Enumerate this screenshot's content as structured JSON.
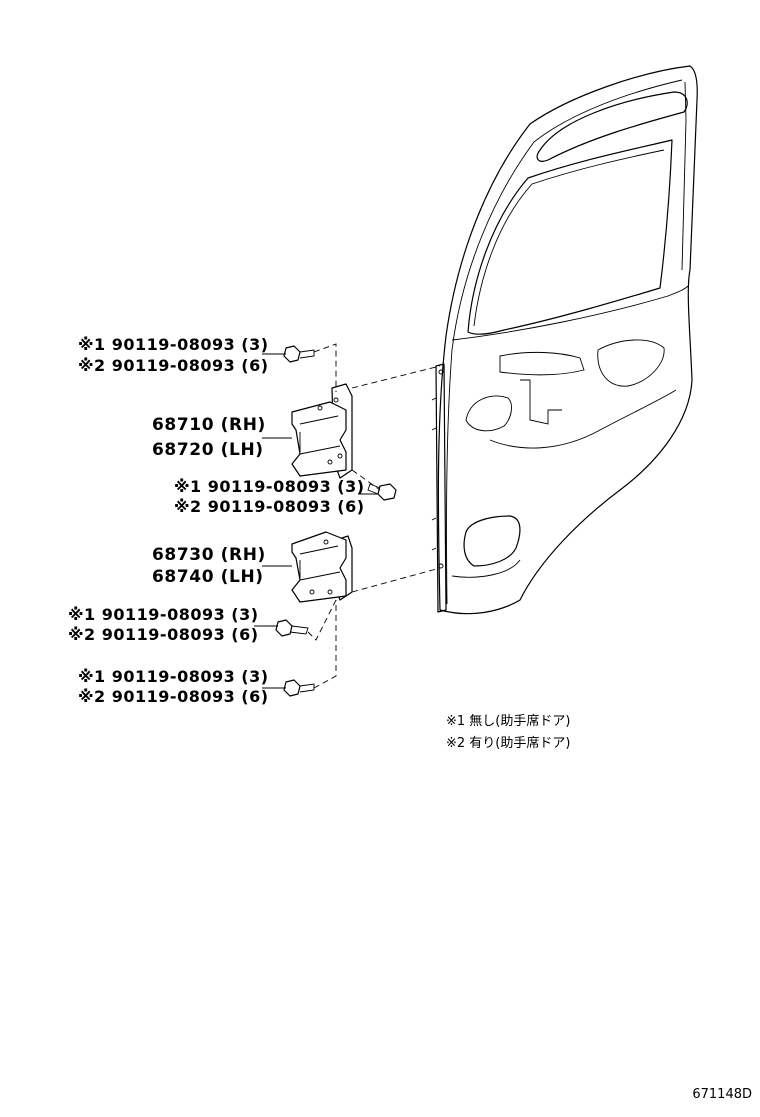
{
  "callouts": [
    {
      "id": "top-bolts",
      "lines": [
        "※1 90119-08093 (3)",
        "※2 90119-08093 (6)"
      ]
    },
    {
      "id": "upper-hinge",
      "lines": [
        "68710 (RH)",
        "68720 (LH)"
      ]
    },
    {
      "id": "mid-bolts",
      "lines": [
        "※1 90119-08093 (3)",
        "※2 90119-08093 (6)"
      ]
    },
    {
      "id": "lower-hinge",
      "lines": [
        "68730 (RH)",
        "68740 (LH)"
      ]
    },
    {
      "id": "lower-bolts-1",
      "lines": [
        "※1 90119-08093 (3)",
        "※2 90119-08093 (6)"
      ]
    },
    {
      "id": "lower-bolts-2",
      "lines": [
        "※1 90119-08093 (3)",
        "※2 90119-08093 (6)"
      ]
    }
  ],
  "notes": [
    "※1 無し(助手席ドア)",
    "※2 有り(助手席ドア)"
  ],
  "diagram_code": "671148D"
}
